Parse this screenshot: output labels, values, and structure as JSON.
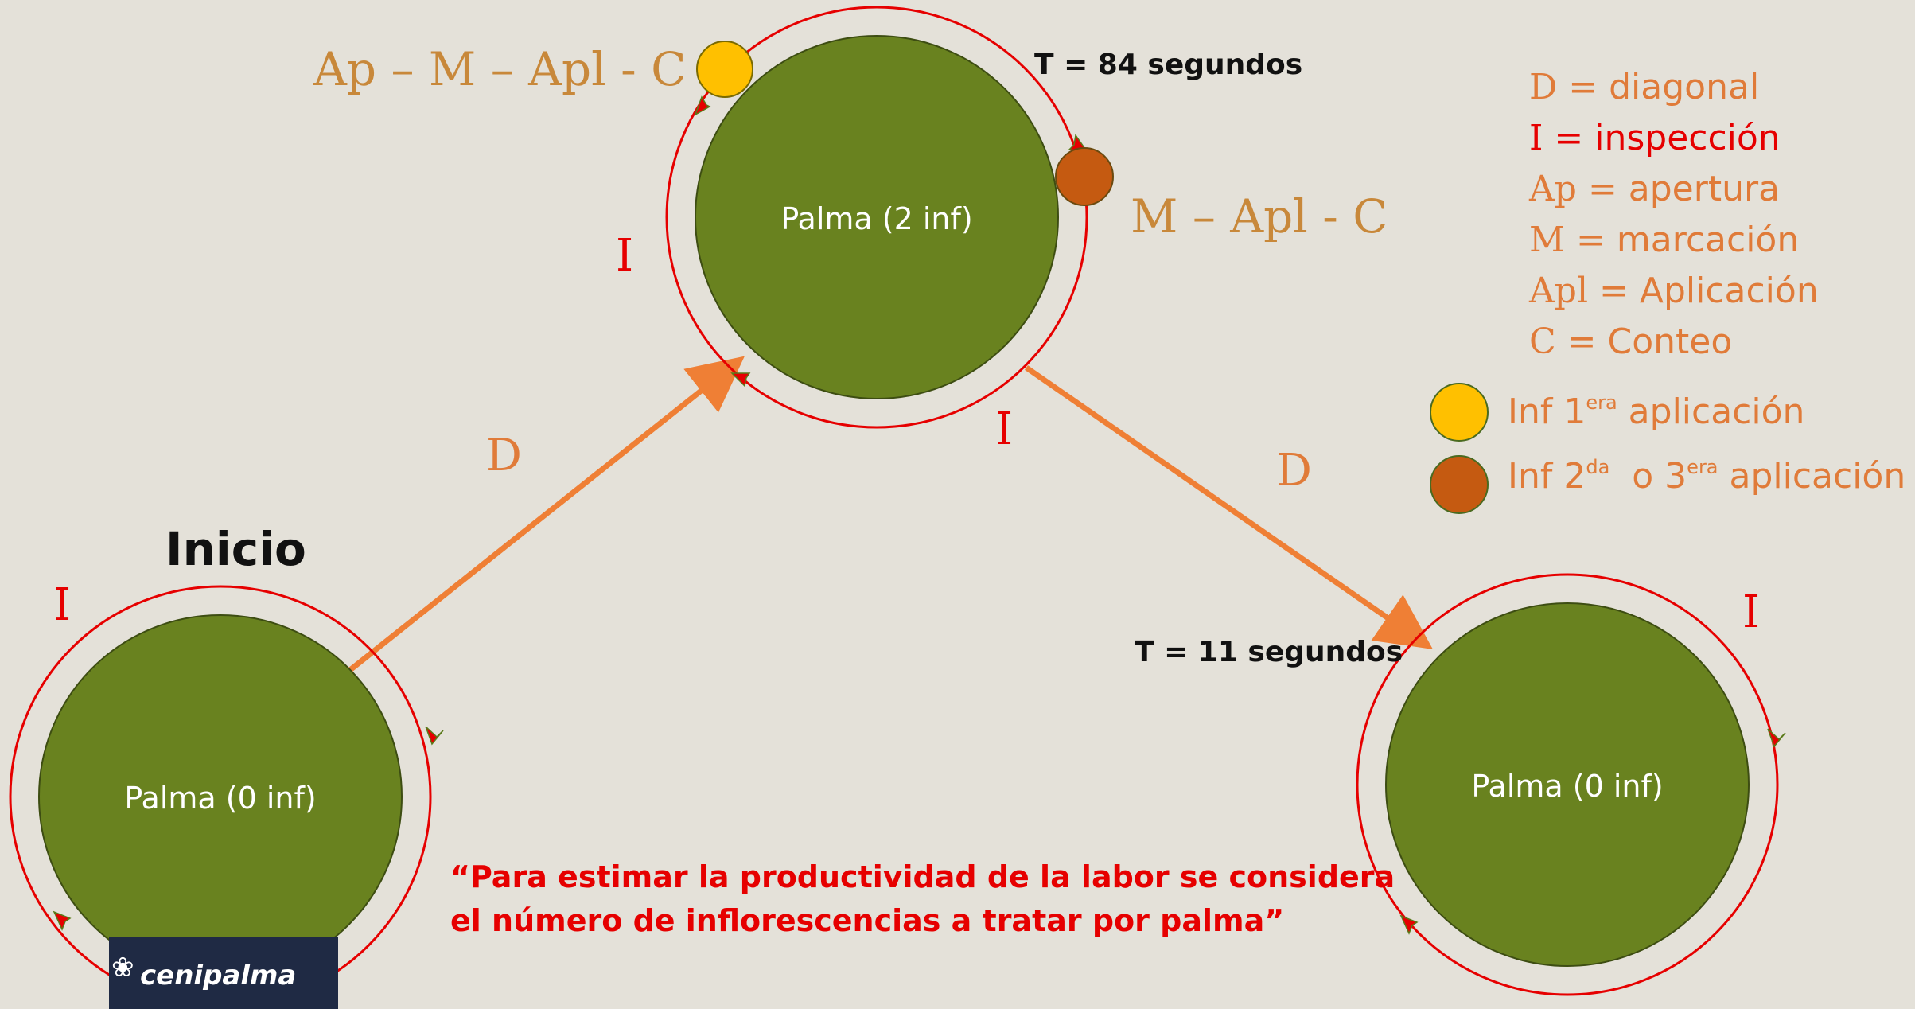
{
  "colors": {
    "background": "#e4e1d9",
    "palm_fill": "#69821f",
    "palm_stroke": "#3d4d12",
    "ring": "#e60000",
    "path_arrow": "#ef7f35",
    "inf_first": "#ffc000",
    "inf_second": "#c55a11",
    "label_orange": "#e07b39",
    "label_gold": "#c8883a",
    "label_red": "#e60000"
  },
  "palms": [
    {
      "id": "start",
      "label": "Palma (0 inf)"
    },
    {
      "id": "middle",
      "label": "Palma (2 inf)"
    },
    {
      "id": "end",
      "label": "Palma (0 inf)"
    }
  ],
  "start_label": "Inicio",
  "inspection_marks": [
    "I",
    "I",
    "I",
    "I"
  ],
  "diagonal_marks": [
    "D",
    "D"
  ],
  "times": {
    "middle": "T = 84 segundos",
    "end": "T = 11 segundos"
  },
  "task_sequences": {
    "first_inflorescence": "Ap – M – Apl - C",
    "second_inflorescence": "M – Apl - C"
  },
  "legend": {
    "items": [
      {
        "key": "D",
        "desc": " = diagonal",
        "color": "orange"
      },
      {
        "key": "I",
        "desc": " = inspección",
        "color": "red"
      },
      {
        "key": "Ap",
        "desc": " = apertura",
        "color": "orange"
      },
      {
        "key": "M",
        "desc": " = marcación",
        "color": "orange"
      },
      {
        "key": "Apl",
        "desc": " = Aplicación",
        "color": "orange"
      },
      {
        "key": "C",
        "desc": " = Conteo",
        "color": "orange"
      }
    ],
    "inf_first": {
      "base": "Inf 1",
      "sup": "era",
      "rest": " aplicación"
    },
    "inf_second": {
      "base": "Inf 2",
      "sup": "da",
      "mid": "  o 3",
      "sup2": "era",
      "rest": " aplicación"
    }
  },
  "quote": {
    "line1": "“Para estimar la productividad de la labor se considera",
    "line2": "el número de inflorescencias a tratar por palma”"
  },
  "logo": {
    "text": "cenipalma"
  }
}
